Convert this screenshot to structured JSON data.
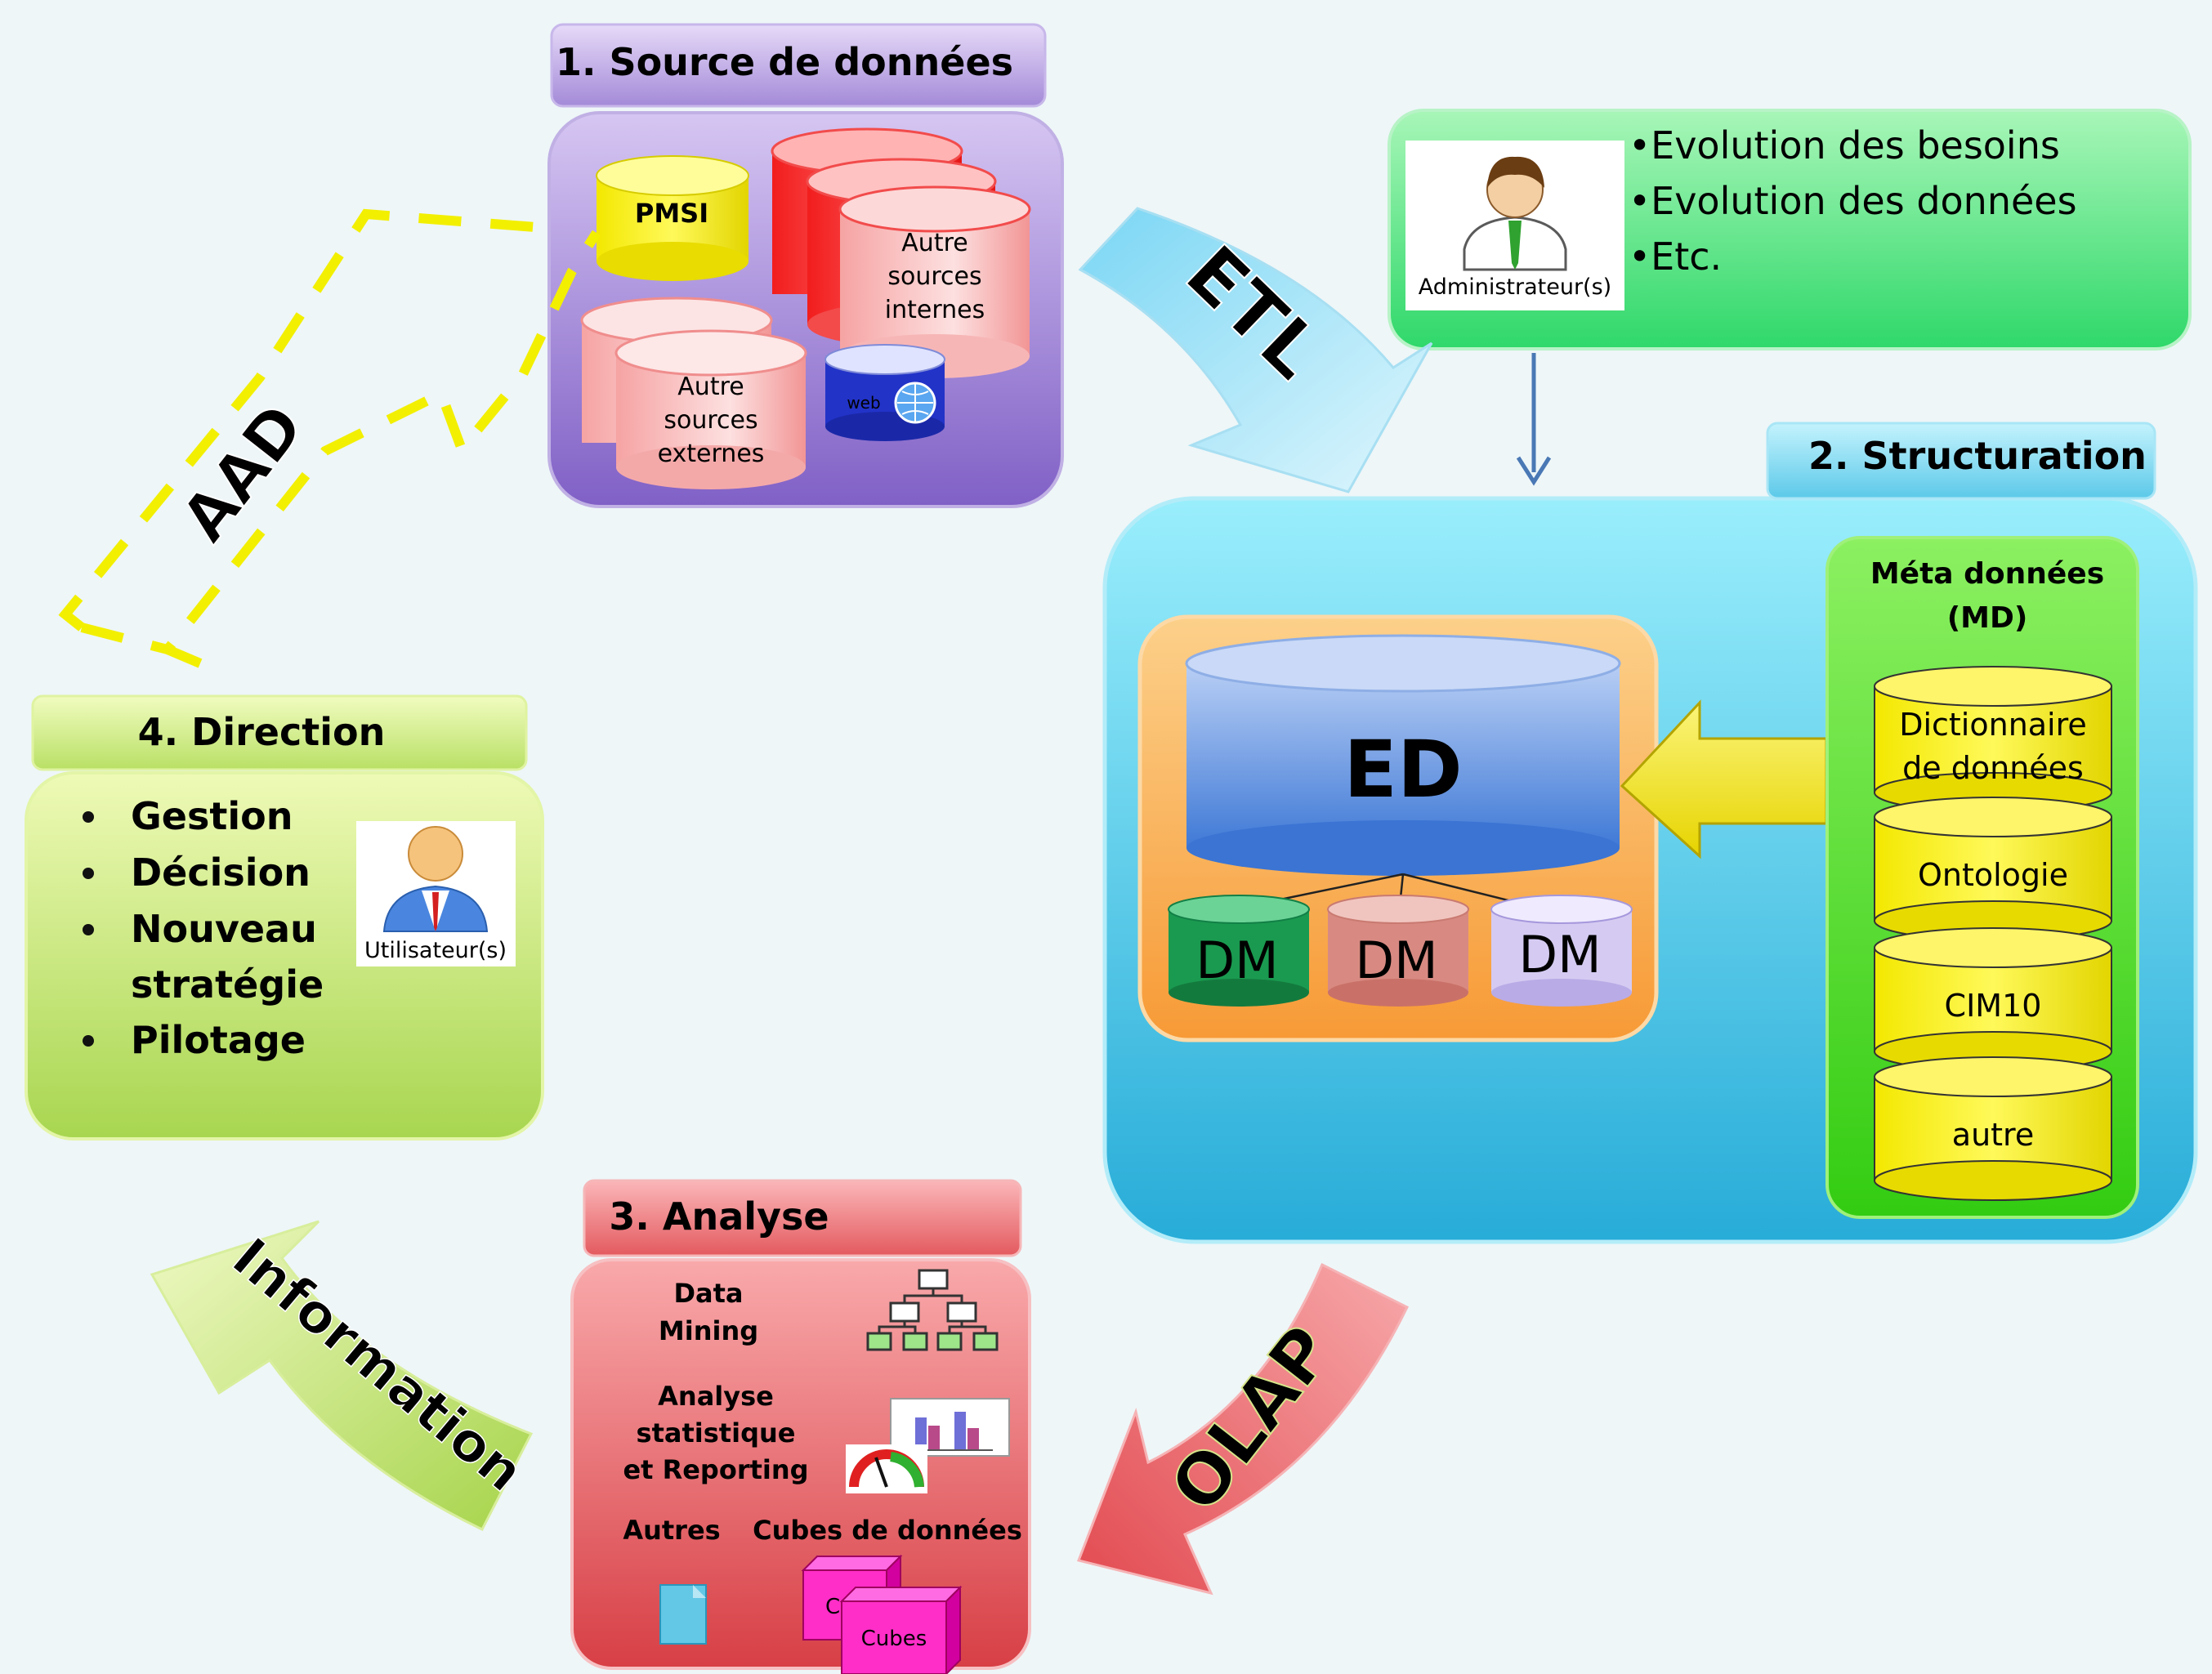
{
  "source": {
    "title": "1. Source de données",
    "pmsi": "PMSI",
    "internal": [
      "Autre",
      "sources",
      "internes"
    ],
    "external": [
      "Autre",
      "sources",
      "externes"
    ],
    "web": "web"
  },
  "admin": {
    "label": "Administrateur(s)",
    "bullets": [
      "•Evolution des besoins",
      "•Evolution des données",
      "•Etc."
    ]
  },
  "structuration": {
    "title": "2. Structuration",
    "warehouse": "ED",
    "datamarts": [
      "DM",
      "DM",
      "DM"
    ],
    "meta_title": [
      "Méta données",
      "(MD)"
    ],
    "meta_items": [
      [
        "Dictionnaire",
        "de données"
      ],
      [
        "Ontologie"
      ],
      [
        "CIM10"
      ],
      [
        "autre"
      ]
    ]
  },
  "analysis": {
    "title": "3. Analyse",
    "data_mining": [
      "Data",
      "Mining"
    ],
    "stats": [
      "Analyse",
      "statistique",
      "et Reporting"
    ],
    "others": "Autres",
    "cubes_title": "Cubes de données",
    "cube_front": "Cubes",
    "cube_back": "C"
  },
  "direction": {
    "title": "4. Direction",
    "items": [
      "Gestion",
      "Décision",
      "Nouveau",
      "stratégie",
      "Pilotage"
    ],
    "user_label": "Utilisateur(s)"
  },
  "flows": {
    "etl": "ETL",
    "olap": "OLAP",
    "information": "Information",
    "aad": "AAD"
  },
  "colors": {
    "purple": "#9a7dd6",
    "green_admin": "#3ee27a",
    "blue": "#33b7e2",
    "meta_green": "#3fd419",
    "red": "#e04c52",
    "lime": "#b3d95c",
    "yellow": "#f7ef00"
  }
}
